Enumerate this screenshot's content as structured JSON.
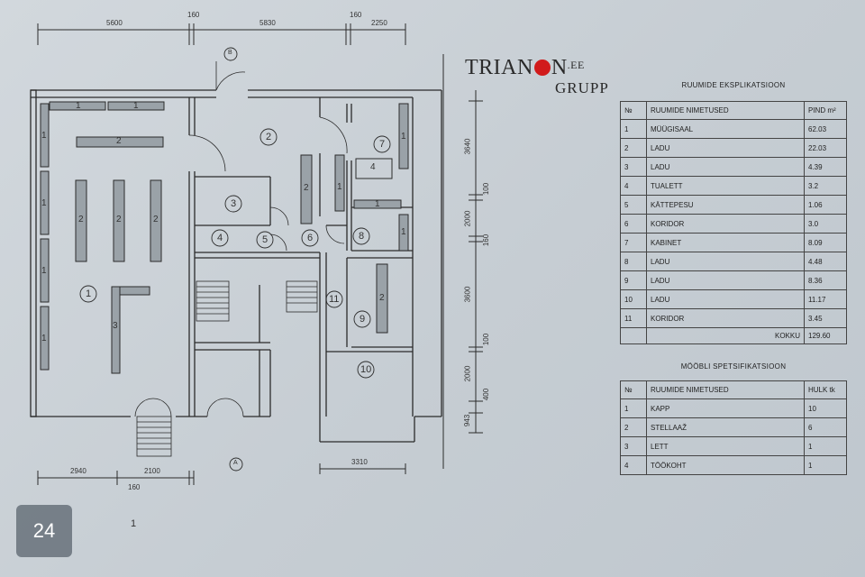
{
  "logo": {
    "name": "TRIANON",
    "suffix": ".EE",
    "sub": "GRUPP",
    "accent_color": "#d11b1b"
  },
  "dimensions": {
    "top": [
      "5600",
      "160",
      "5830",
      "160",
      "2250"
    ],
    "bottom": [
      "2940",
      "2100",
      "160",
      "3310"
    ],
    "right": [
      "3640",
      "100",
      "2000",
      "160",
      "3600",
      "100",
      "2000",
      "400",
      "943"
    ]
  },
  "markers": {
    "section_top": "B",
    "section_bottom": "A",
    "north": "1"
  },
  "room_numbers": [
    "1",
    "2",
    "3",
    "4",
    "5",
    "6",
    "7",
    "8",
    "9",
    "10",
    "11"
  ],
  "furniture_labels": [
    "1",
    "2",
    "3",
    "4"
  ],
  "rooms_table": {
    "title": "RUUMIDE  EKSPLIKATSIOON",
    "headers": [
      "№",
      "RUUMIDE  NIMETUSED",
      "PIND  m²"
    ],
    "rows": [
      [
        "1",
        "MÜÜGISAAL",
        "62.03"
      ],
      [
        "2",
        "LADU",
        "22.03"
      ],
      [
        "3",
        "LADU",
        "4.39"
      ],
      [
        "4",
        "TUALETT",
        "3.2"
      ],
      [
        "5",
        "KÄTTEPESU",
        "1.06"
      ],
      [
        "6",
        "KORIDOR",
        "3.0"
      ],
      [
        "7",
        "KABINET",
        "8.09"
      ],
      [
        "8",
        "LADU",
        "4.48"
      ],
      [
        "9",
        "LADU",
        "8.36"
      ],
      [
        "10",
        "LADU",
        "11.17"
      ],
      [
        "11",
        "KORIDOR",
        "3.45"
      ]
    ],
    "total_label": "KOKKU",
    "total_value": "129.60"
  },
  "furniture_table": {
    "title": "MÖÖBLI  SPETSIFIKATSIOON",
    "headers": [
      "№",
      "RUUMIDE  NIMETUSED",
      "HULK  tk"
    ],
    "rows": [
      [
        "1",
        "KAPP",
        "10"
      ],
      [
        "2",
        "STELLAAŽ",
        "6"
      ],
      [
        "3",
        "LETT",
        "1"
      ],
      [
        "4",
        "TÖÖKOHT",
        "1"
      ]
    ]
  },
  "page_number": "24"
}
